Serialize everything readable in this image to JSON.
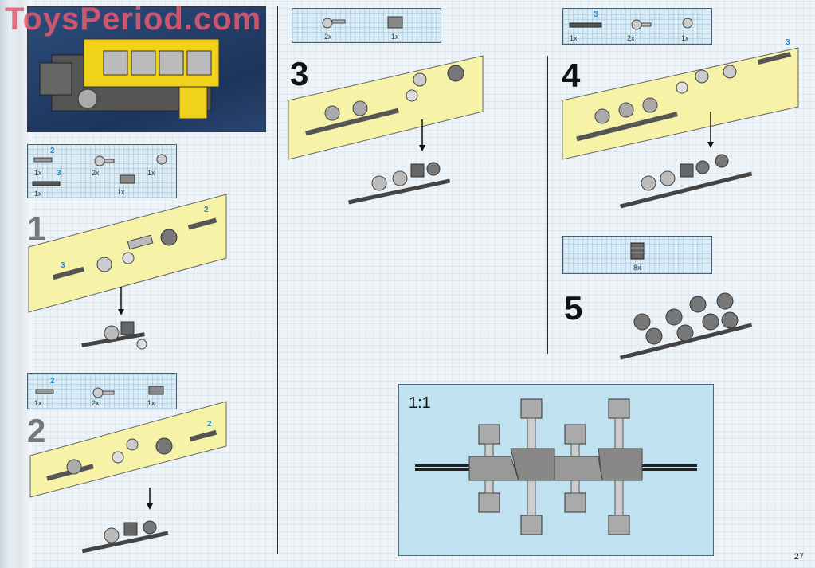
{
  "watermark": "ToysPeriod.com",
  "page_number": "27",
  "scale_label": "1:1",
  "steps": [
    {
      "number": "1",
      "parts": [
        {
          "qty": "1x",
          "callout": "2"
        },
        {
          "qty": "2x"
        },
        {
          "qty": "1x"
        },
        {
          "qty": "1x",
          "callout": "3"
        },
        {
          "qty": "1x"
        }
      ],
      "callouts": [
        "2",
        "3"
      ]
    },
    {
      "number": "2",
      "parts": [
        {
          "qty": "1x",
          "callout": "2"
        },
        {
          "qty": "2x"
        },
        {
          "qty": "1x"
        }
      ],
      "callouts": [
        "2"
      ]
    },
    {
      "number": "3",
      "parts": [
        {
          "qty": "2x"
        },
        {
          "qty": "1x"
        }
      ]
    },
    {
      "number": "4",
      "parts": [
        {
          "qty": "1x",
          "callout": "3"
        },
        {
          "qty": "2x"
        },
        {
          "qty": "1x"
        }
      ],
      "callouts": [
        "3"
      ]
    },
    {
      "number": "5",
      "parts": [
        {
          "qty": "8x"
        }
      ]
    }
  ],
  "colors": {
    "band": "#f6f2a8",
    "grid": "#d9ecf6",
    "callout": "#1a8fd0",
    "watermark": "#e8596f",
    "scale_bg": "#bfe1f0"
  }
}
